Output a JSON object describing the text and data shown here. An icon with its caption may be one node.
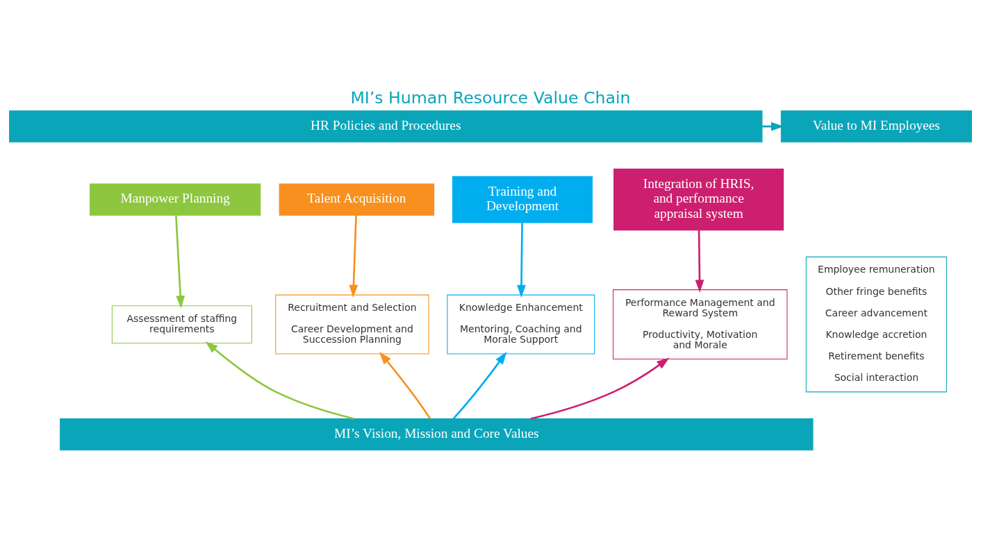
{
  "diagram": {
    "title": "MI’s Human Resource Value Chain",
    "nodes": [
      {
        "text": [
          "HR Policies and Procedures"
        ]
      },
      {
        "text": [
          "Manpower Planning"
        ]
      },
      {
        "text": [
          "Assessment of staffing requirements"
        ]
      },
      {
        "text": [
          "Talent Acquisition"
        ]
      },
      {
        "text": [
          "Recruitment and Selection",
          "Career Development and Succession Planning"
        ]
      },
      {
        "text": [
          "Training and Development"
        ]
      },
      {
        "text": [
          "Knowledge Enhancement",
          "Mentoring, Coaching and Morale Support"
        ]
      },
      {
        "text": [
          "Integration of HRIS, and performance appraisal system"
        ]
      },
      {
        "text": [
          "Performance Management and Reward System",
          "Productivity, Motivation and Morale"
        ]
      },
      {
        "text": [
          "Value to MI Employees"
        ]
      },
      {
        "text": [
          "Employee remuneration",
          "Other fringe benefits",
          "Career advancement",
          "Knowledge accretion",
          "Retirement benefits",
          "Social interaction"
        ]
      },
      {
        "text": [
          "MI’s Vision, Mission and Core Values"
        ]
      }
    ],
    "edges": [
      {
        "from": 1,
        "to": 2,
        "arrow": "to",
        "color": "#8dc63f"
      },
      {
        "from": 3,
        "to": 4,
        "arrow": "to",
        "color": "#f7901e"
      },
      {
        "from": 5,
        "to": 6,
        "arrow": "to",
        "color": "#00aeef"
      },
      {
        "from": 7,
        "to": 8,
        "arrow": "to",
        "color": "#cc1f6f"
      },
      {
        "from": 11,
        "to": 2,
        "arrow": "to",
        "color": "#8dc63f"
      },
      {
        "from": 11,
        "to": 4,
        "arrow": "to",
        "color": "#f7901e"
      },
      {
        "from": 11,
        "to": 6,
        "arrow": "to",
        "color": "#00aeef"
      },
      {
        "from": 11,
        "to": 8,
        "arrow": "to",
        "color": "#cc1f6f"
      },
      {
        "from": 0,
        "to": 9,
        "arrow": "to",
        "color": "#0ba5b9"
      }
    ]
  }
}
